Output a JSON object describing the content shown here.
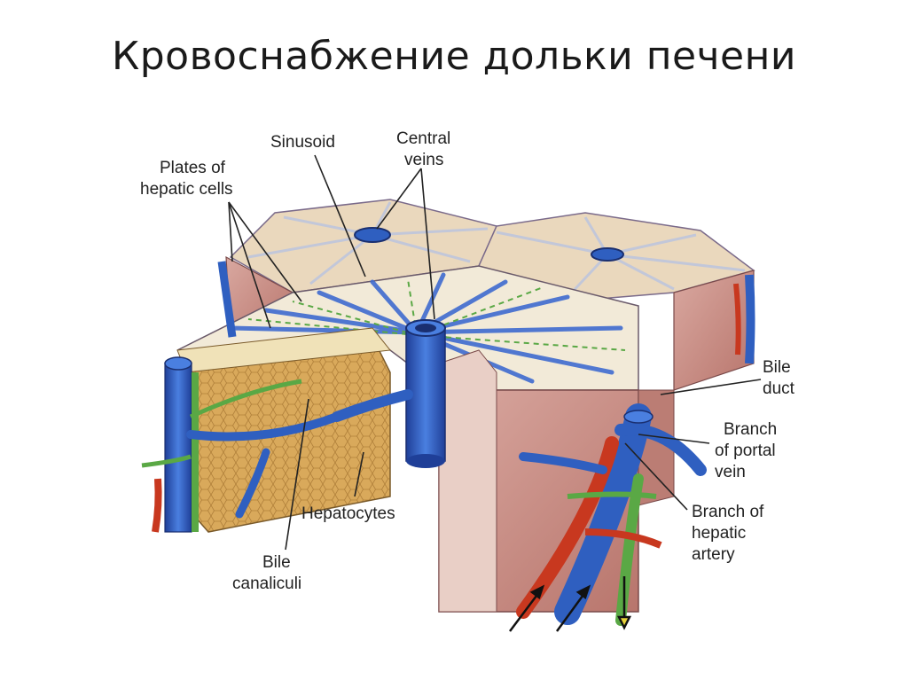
{
  "slide": {
    "title": "Кровоснабжение дольки печени"
  },
  "labels": {
    "sinusoid": "Sinusoid",
    "central_veins": [
      "Central",
      "veins"
    ],
    "plates": [
      "Plates of",
      "hepatic cells"
    ],
    "bile_duct": [
      "Bile",
      "duct"
    ],
    "portal_vein": [
      "Branch",
      "of portal",
      "vein"
    ],
    "hepatic_artery": [
      "Branch of",
      "hepatic",
      "artery"
    ],
    "hepatocytes": "Hepatocytes",
    "bile_canaliculi": [
      "Bile",
      "canaliculi"
    ]
  },
  "colors": {
    "vein": "#2f5fc0",
    "artery": "#c8381f",
    "bile": "#5aa845",
    "lobule_top": "#e9d9c4",
    "lobule_side": "#c98f86",
    "hepatocyte_block": "#d9a95b"
  }
}
